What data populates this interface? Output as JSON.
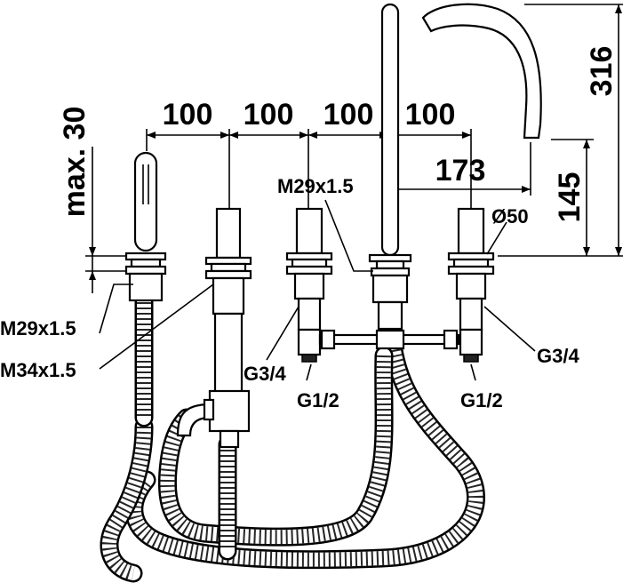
{
  "dimensions": {
    "spacing_1": "100",
    "spacing_2": "100",
    "spacing_3": "100",
    "spacing_4": "100",
    "spout_reach": "173",
    "spout_total_height": "316",
    "spout_outlet_height": "145",
    "max_deck": "max. 30"
  },
  "callouts": {
    "thread_handshower": "M29x1.5",
    "thread_diverter": "M34x1.5",
    "thread_spout": "M29x1.5",
    "spout_diameter": "Ø50",
    "inlet_left": "G3/4",
    "outlet_left": "G1/2",
    "outlet_right": "G1/2",
    "inlet_right": "G3/4"
  }
}
